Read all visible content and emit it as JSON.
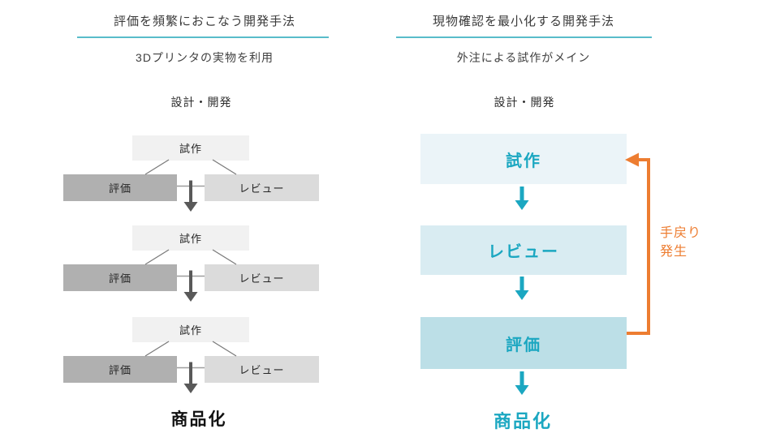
{
  "colors": {
    "teal_accent": "#1ba7c1",
    "teal_underline": "#58bcca",
    "orange_accent": "#ed7d31",
    "dark_arrow_gray": "#595959",
    "connector_gray": "#9e9e9e",
    "left_prototype_box": "#f1f1f1",
    "left_evaluate_box": "#b0b0b0",
    "left_review_box": "#dbdbdb",
    "right_prototype_box": "#ebf4f8",
    "right_review_box": "#d9ecf2",
    "right_evaluate_box": "#bcdfe7"
  },
  "left_panel": {
    "title": "評価を頻繁におこなう開発手法",
    "subtitle": "3Dプリンタの実物を利用",
    "stage_label": "設計・開発",
    "cycles": [
      {
        "prototype": "試作",
        "evaluate": "評価",
        "review": "レビュー"
      },
      {
        "prototype": "試作",
        "evaluate": "評価",
        "review": "レビュー"
      },
      {
        "prototype": "試作",
        "evaluate": "評価",
        "review": "レビュー"
      }
    ],
    "outcome": "商品化"
  },
  "right_panel": {
    "title": "現物確認を最小化する開発手法",
    "subtitle": "外注による試作がメイン",
    "stage_label": "設計・開発",
    "steps": [
      {
        "label": "試作"
      },
      {
        "label": "レビュー"
      },
      {
        "label": "評価"
      }
    ],
    "outcome": "商品化",
    "rework": {
      "line1": "手戻り",
      "line2": "発生"
    }
  }
}
